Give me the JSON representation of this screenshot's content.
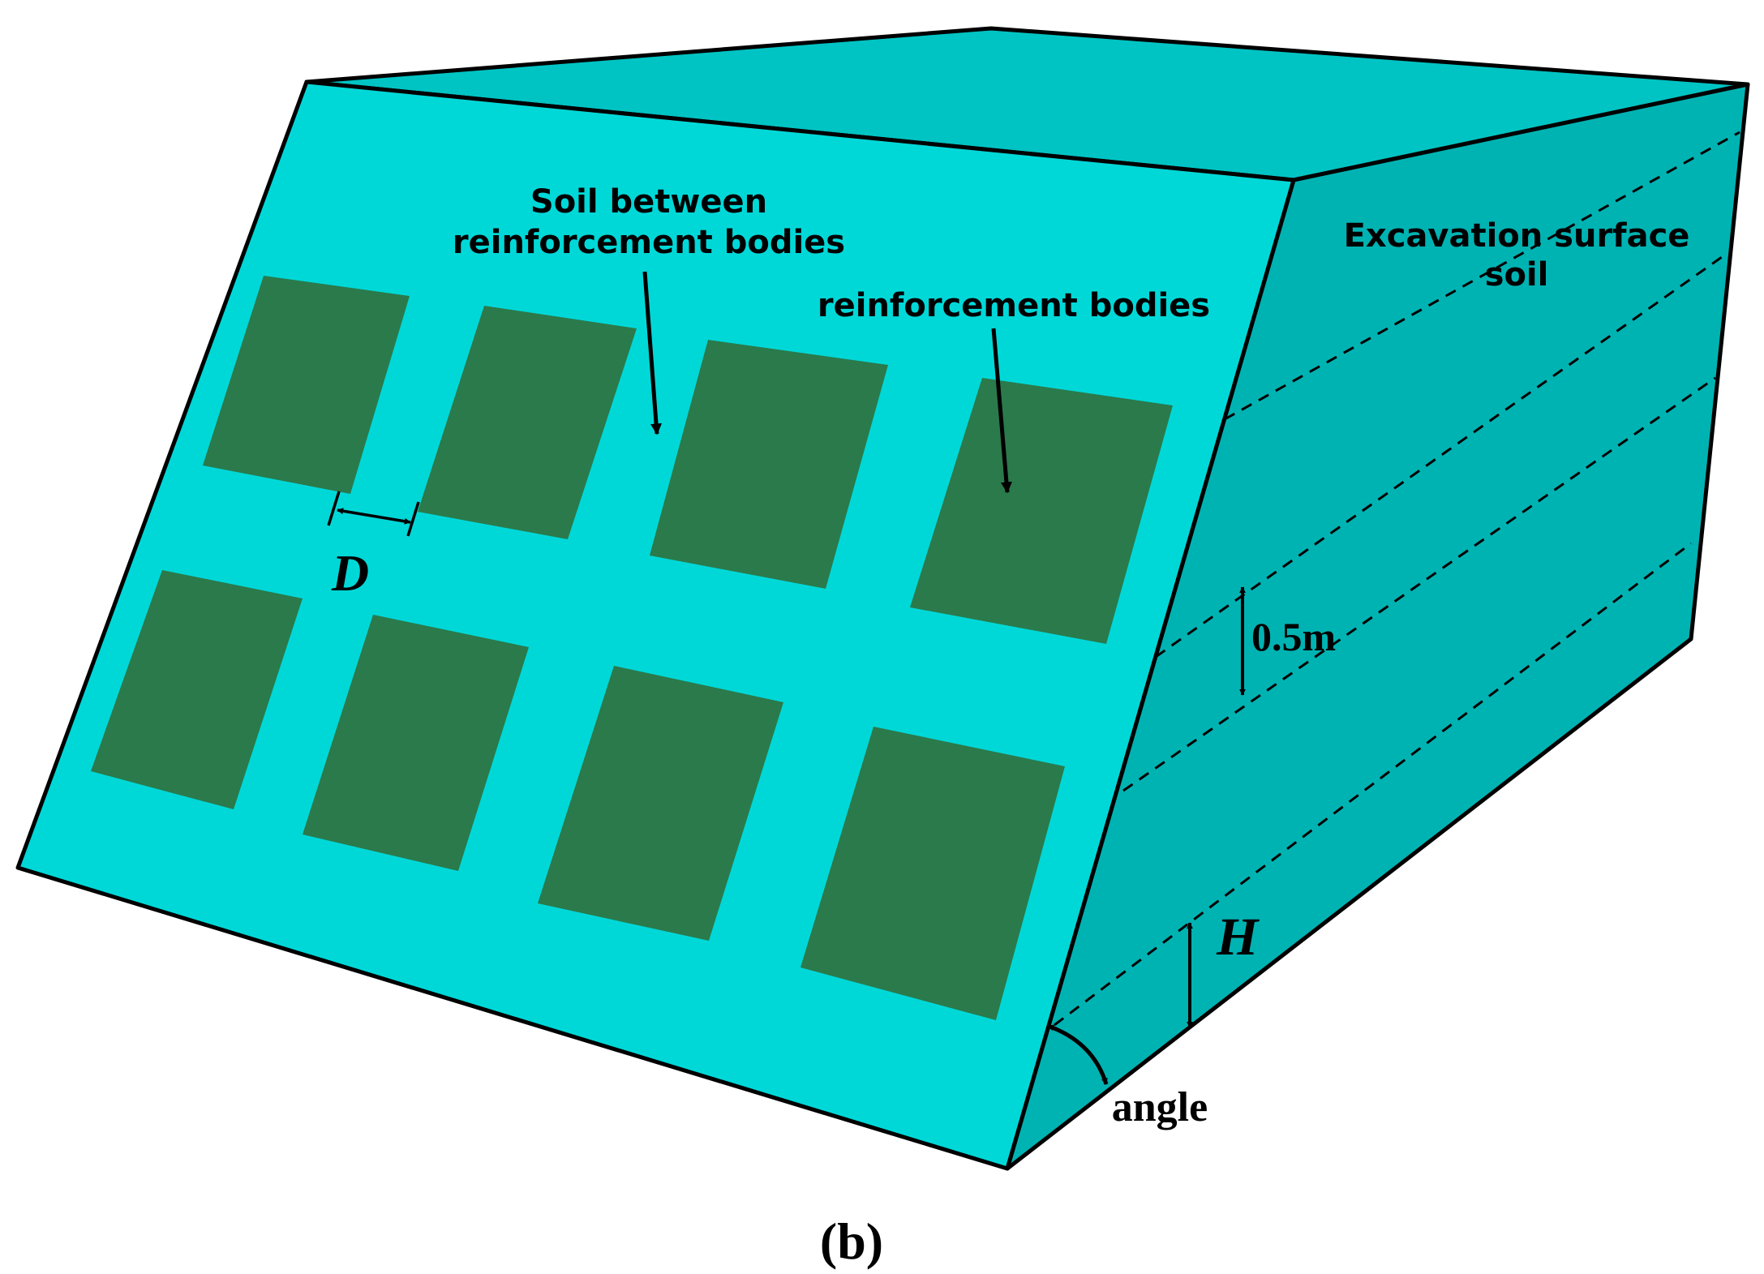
{
  "colors": {
    "front_face": "#00d8d8",
    "top_face": "#00c4c4",
    "side_face": "#00b3b3",
    "reinforcement": "#2a7a4b",
    "stroke": "#000000"
  },
  "labels": {
    "soil_between_line1": "Soil between",
    "soil_between_line2": "reinforcement bodies",
    "reinforcement_bodies": "reinforcement bodies",
    "excavation_line1": "Excavation surface",
    "excavation_line2": "soil",
    "spacing_D": "D",
    "layer_thickness": "0.5m",
    "height_H": "H",
    "angle": "angle",
    "panel": "(b)"
  },
  "icons": {
    "dimension_arrow": "double-headed-arrow",
    "pointer_arrow": "arrow-down"
  }
}
